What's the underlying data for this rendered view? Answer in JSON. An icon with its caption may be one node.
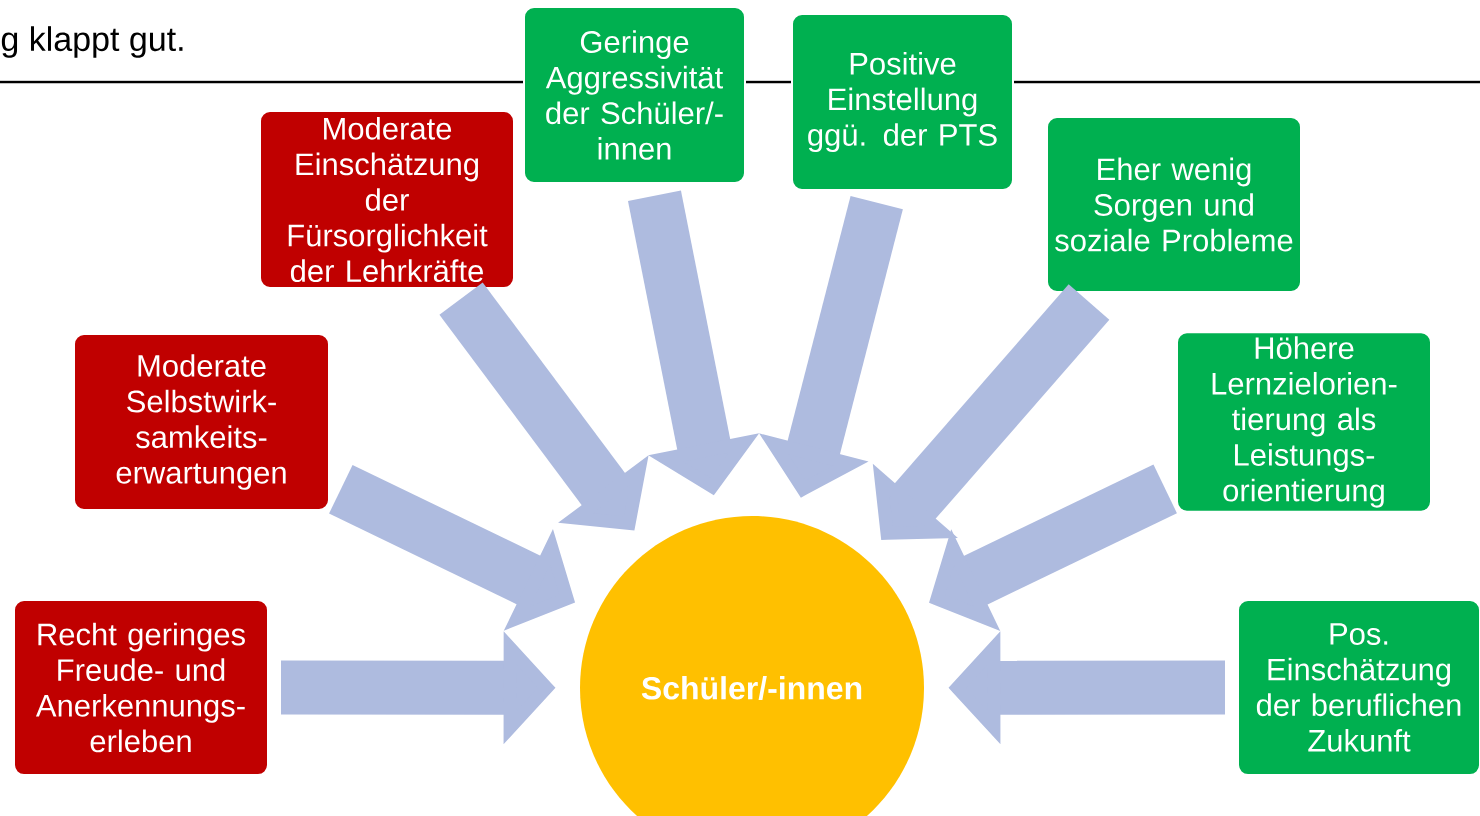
{
  "diagram": {
    "nodes": [
      {
        "text": [
          "Recht geringes Freude- und Anerkennungs- erleben"
        ]
      },
      {
        "text": [
          "Moderate Selbstwirk- samkeits- erwartungen"
        ]
      },
      {
        "text": [
          "Moderate Einschätzung der Fürsorglichkeit der Lehrkräfte"
        ]
      },
      {
        "text": [
          "Geringe Aggressivität der Schüler/- innen"
        ]
      },
      {
        "text": [
          "Positive Einstellung ggü. der PTS"
        ]
      },
      {
        "text": [
          "Eher wenig Sorgen und soziale Probleme"
        ]
      },
      {
        "text": [
          "Höhere Lernzielorien- tierung als Leistungs- orientierung"
        ]
      },
      {
        "text": [
          "Pos. Einschätzung der beruflichen Zukunft"
        ]
      },
      {
        "text": [
          "Schüler/-innen"
        ]
      }
    ],
    "edges": [
      {
        "from": 0,
        "to": 8,
        "arrow": "to"
      },
      {
        "from": 1,
        "to": 8,
        "arrow": "to"
      },
      {
        "from": 2,
        "to": 8,
        "arrow": "to"
      },
      {
        "from": 3,
        "to": 8,
        "arrow": "to"
      },
      {
        "from": 4,
        "to": 8,
        "arrow": "to"
      },
      {
        "from": 5,
        "to": 8,
        "arrow": "to"
      },
      {
        "from": 6,
        "to": 8,
        "arrow": "to"
      },
      {
        "from": 7,
        "to": 8,
        "arrow": "to"
      }
    ],
    "labels": [
      "g klappt gut."
    ]
  }
}
